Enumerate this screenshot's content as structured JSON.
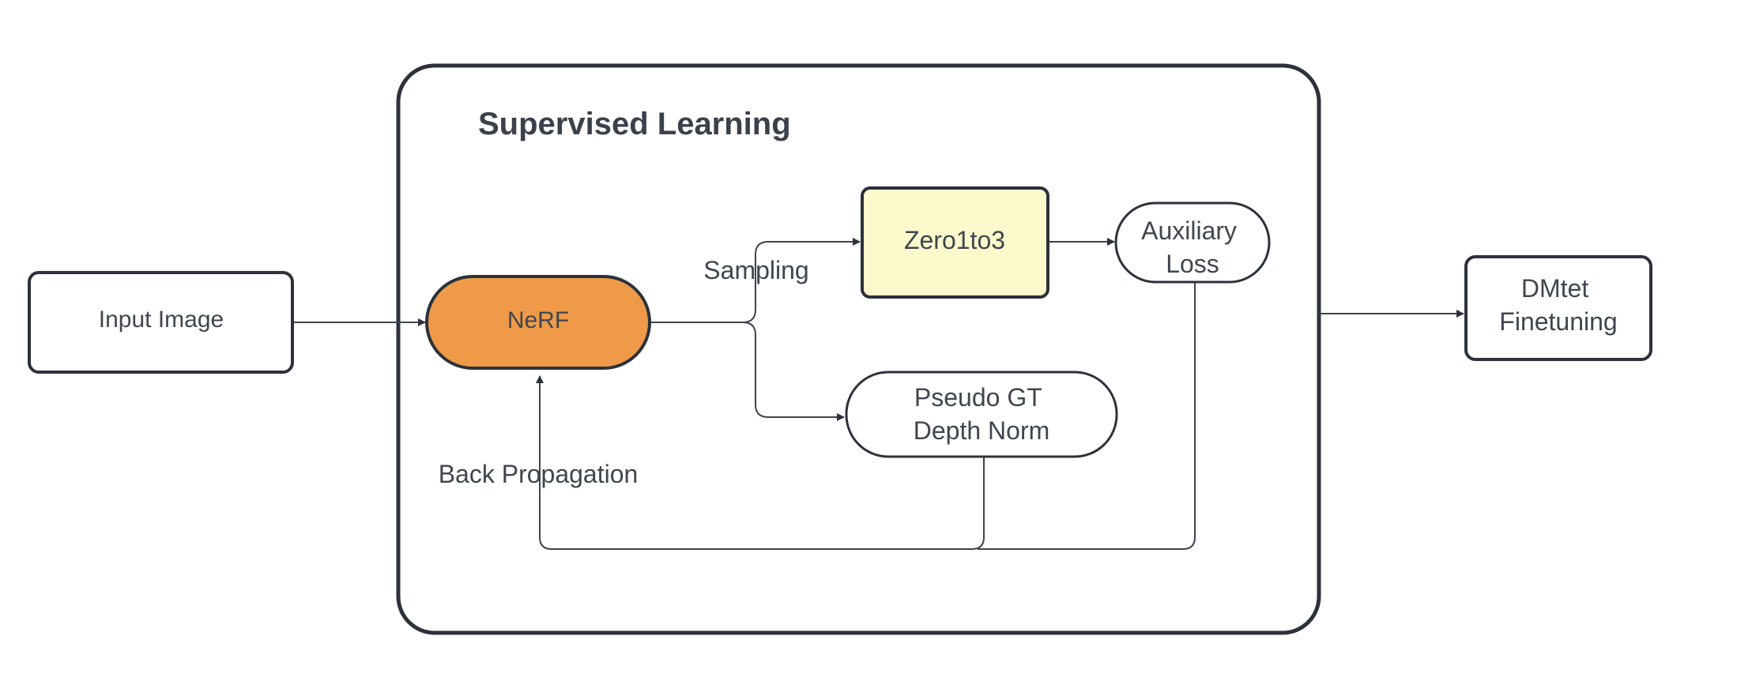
{
  "diagram": {
    "group_title": "Supervised Learning",
    "nodes": {
      "input_image": "Input Image",
      "nerf": "NeRF",
      "zero1to3": "Zero1to3",
      "auxiliary_loss": [
        "Auxiliary",
        "Loss"
      ],
      "pseudo_gt": [
        "Pseudo GT",
        "Depth Norm"
      ],
      "dmtet": [
        "DMtet",
        "Finetuning"
      ]
    },
    "edge_labels": {
      "sampling": "Sampling",
      "back_propagation": "Back Propagation"
    },
    "colors": {
      "stroke": "#2b323c",
      "line": "#3d444e",
      "text": "#3f4650",
      "nerf_fill": "#ef9a48",
      "zero1to3_fill": "#fcfacc",
      "background": "#ffffff"
    }
  }
}
